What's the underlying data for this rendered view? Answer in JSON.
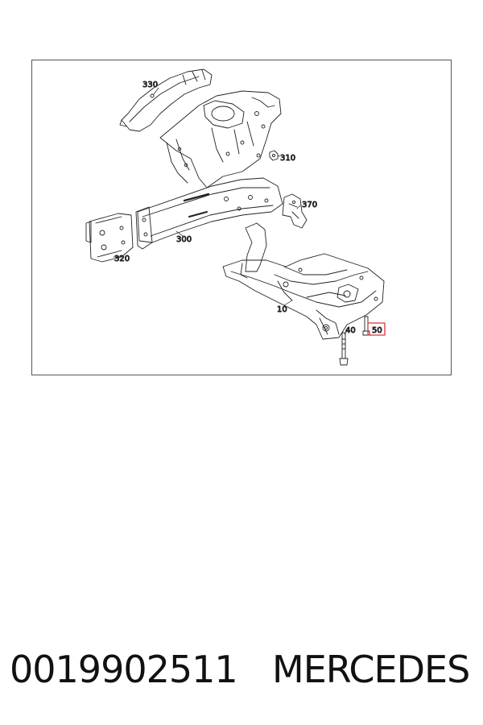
{
  "diagram": {
    "callouts": {
      "c330": "330",
      "c310": "310",
      "c370": "370",
      "c300": "300",
      "c320": "320",
      "c10": "10",
      "c50": "50",
      "c40": "40"
    },
    "highlighted_callout": "50",
    "highlight_color": "#e0303a"
  },
  "footer": {
    "part_number": "0019902511",
    "brand": "MERCEDES"
  }
}
